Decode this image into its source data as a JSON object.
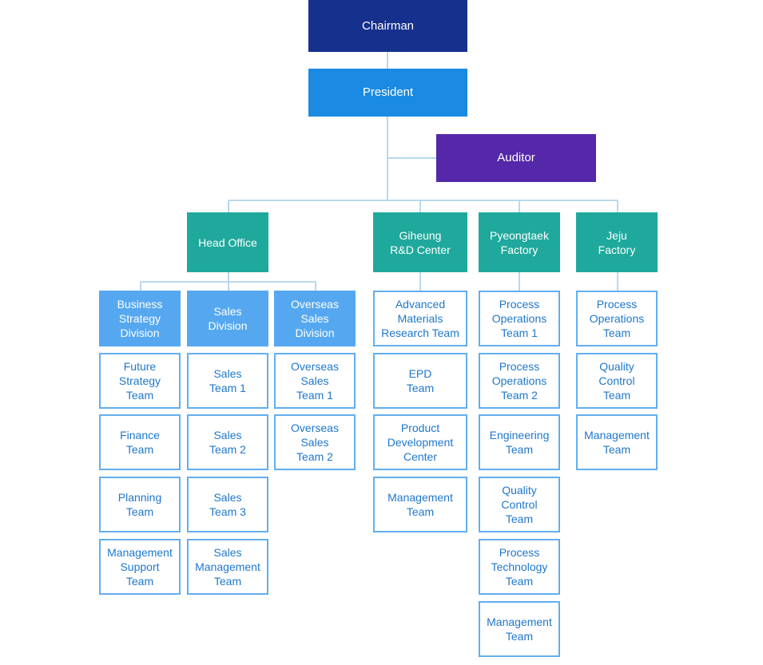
{
  "colors": {
    "chairman": "#16318d",
    "president": "#1a8ae2",
    "auditor": "#5527a9",
    "site": "#1fa99c",
    "division": "#55a8f0",
    "team_border": "#63aeee",
    "team_text": "#1f77cc",
    "connector": "#b8d8ee"
  },
  "executives": {
    "chairman": "Chairman",
    "president": "President",
    "auditor": "Auditor"
  },
  "head_office": {
    "label": "Head Office",
    "divisions": [
      {
        "label": "Business\nStrategy\nDivision",
        "teams": [
          "Future\nStrategy\nTeam",
          "Finance\nTeam",
          "Planning\nTeam",
          "Management\nSupport\nTeam"
        ]
      },
      {
        "label": "Sales\nDivision",
        "teams": [
          "Sales\nTeam 1",
          "Sales\nTeam 2",
          "Sales\nTeam 3",
          "Sales\nManagement\nTeam"
        ]
      },
      {
        "label": "Overseas\nSales\nDivision",
        "teams": [
          "Overseas\nSales\nTeam 1",
          "Overseas\nSales\nTeam 2"
        ]
      }
    ]
  },
  "giheung": {
    "label": "Giheung\nR&D Center",
    "teams": [
      "Advanced\nMaterials\nResearch Team",
      "EPD\nTeam",
      "Product\nDevelopment\nCenter",
      "Management\nTeam"
    ]
  },
  "pyeongtaek": {
    "label": "Pyeongtaek\nFactory",
    "teams": [
      "Process\nOperations\nTeam 1",
      "Process\nOperations\nTeam 2",
      "Engineering\nTeam",
      "Quality\nControl\nTeam",
      "Process\nTechnology\nTeam",
      "Management\nTeam"
    ]
  },
  "jeju": {
    "label": "Jeju\nFactory",
    "teams": [
      "Process\nOperations\nTeam",
      "Quality\nControl\nTeam",
      "Management\nTeam"
    ]
  }
}
